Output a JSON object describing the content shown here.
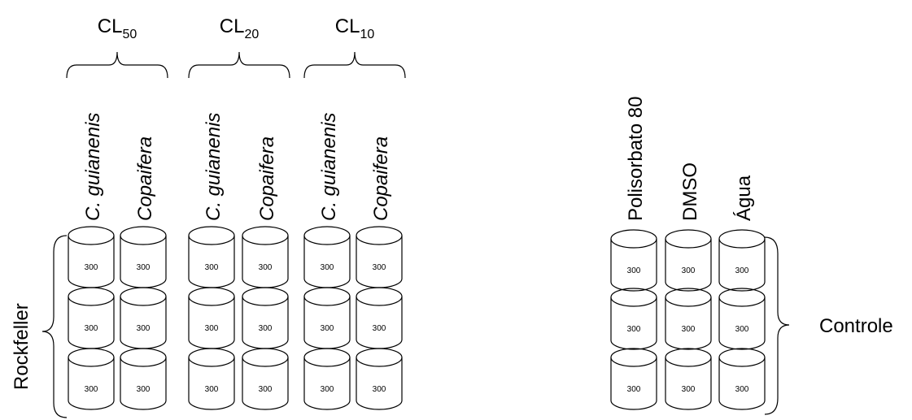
{
  "concentrations": [
    {
      "label": "CL",
      "sub": "50",
      "columns": [
        "C. guianenis",
        "Copaifera"
      ]
    },
    {
      "label": "CL",
      "sub": "20",
      "columns": [
        "C. guianenis",
        "Copaifera"
      ]
    },
    {
      "label": "CL",
      "sub": "10",
      "columns": [
        "C. guianenis",
        "Copaifera"
      ]
    }
  ],
  "treatment_group_label": "Rockfeller",
  "control_columns": [
    "Polisorbato 80",
    "DMSO",
    "Água"
  ],
  "control_group_label": "Controle",
  "cup_value": "300",
  "rows": 3
}
